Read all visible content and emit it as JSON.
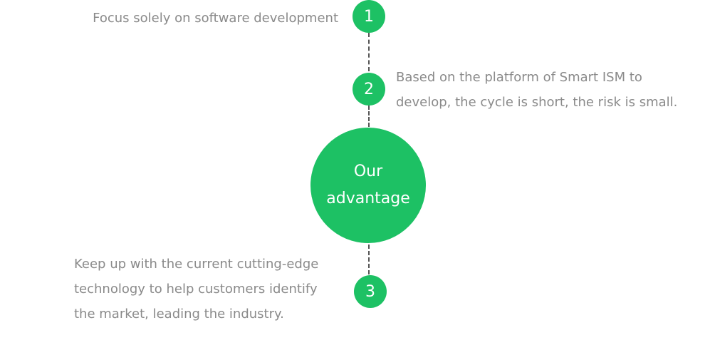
{
  "colors": {
    "accent": "#1dc164",
    "text": "#8a8a8a",
    "connector": "#555555"
  },
  "hub": {
    "line1": "Our",
    "line2": "advantage"
  },
  "steps": [
    {
      "number": "1",
      "lines": [
        "Focus solely on software development"
      ]
    },
    {
      "number": "2",
      "lines": [
        "Based on the platform of Smart ISM to",
        "develop, the cycle is short, the risk is small."
      ]
    },
    {
      "number": "3",
      "lines": [
        "Keep up with the current cutting-edge",
        "technology to help customers identify",
        "the market, leading the industry."
      ]
    }
  ]
}
